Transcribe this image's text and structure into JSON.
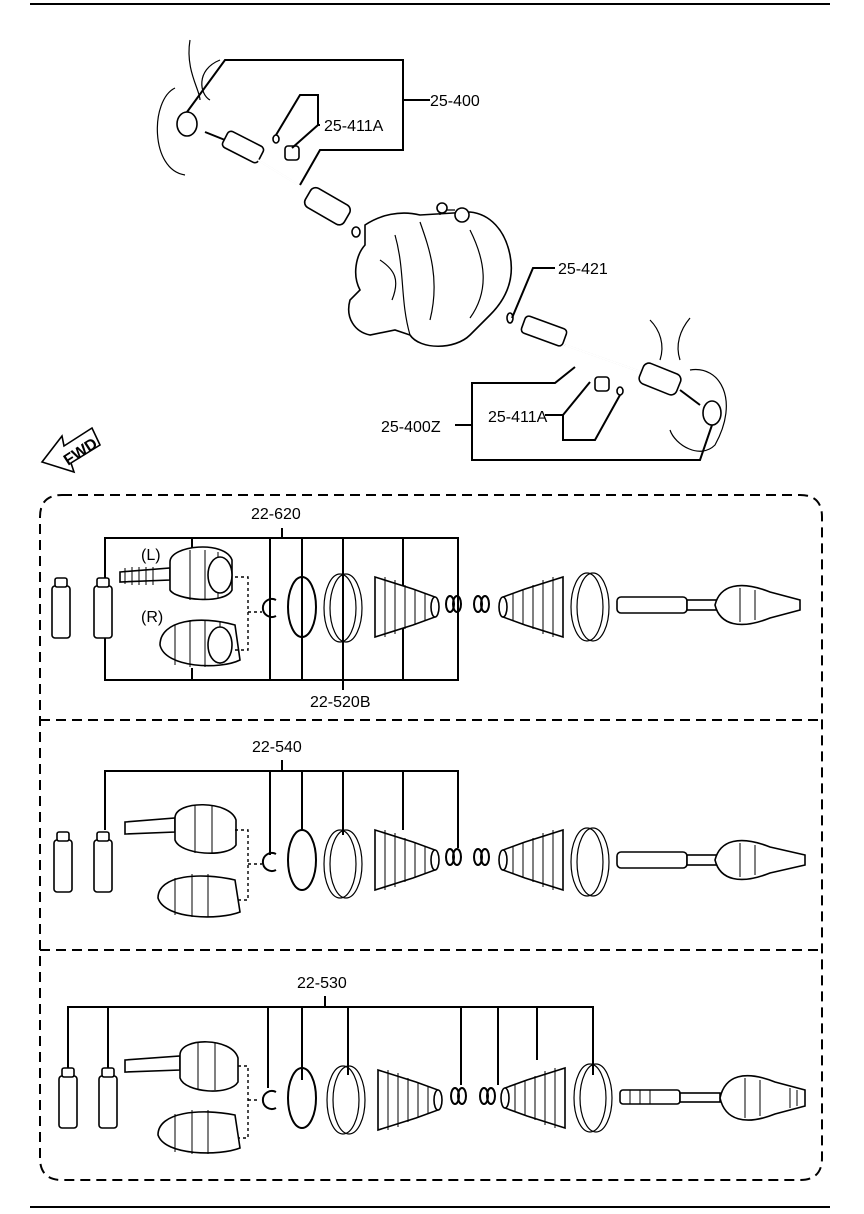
{
  "diagram": {
    "labels": {
      "p25_400": "25-400",
      "p25_411a_top": "25-411A",
      "p25_421": "25-421",
      "p25_400z": "25-400Z",
      "p25_411a_bottom": "25-411A",
      "fwd": "FWD",
      "p22_620": "22-620",
      "left": "(L)",
      "right": "(R)",
      "p22_520b": "22-520B",
      "p22_540": "22-540",
      "p22_530": "22-530"
    }
  }
}
